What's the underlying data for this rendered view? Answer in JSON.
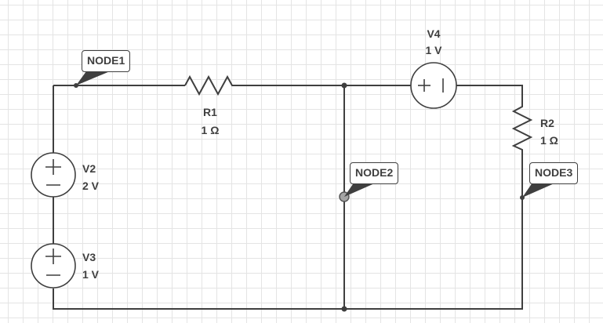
{
  "components": {
    "r1": {
      "name": "R1",
      "value": "1 Ω"
    },
    "r2": {
      "name": "R2",
      "value": "1 Ω"
    },
    "v2": {
      "name": "V2",
      "value": "2 V"
    },
    "v3": {
      "name": "V3",
      "value": "1 V"
    },
    "v4": {
      "name": "V4",
      "value": "1 V"
    }
  },
  "nodes": {
    "node1": "NODE1",
    "node2": "NODE2",
    "node3": "NODE3"
  },
  "colors": {
    "wire": "#3f3f3f",
    "grid": "#e4e4e4",
    "probe": "#a4a4a4"
  }
}
